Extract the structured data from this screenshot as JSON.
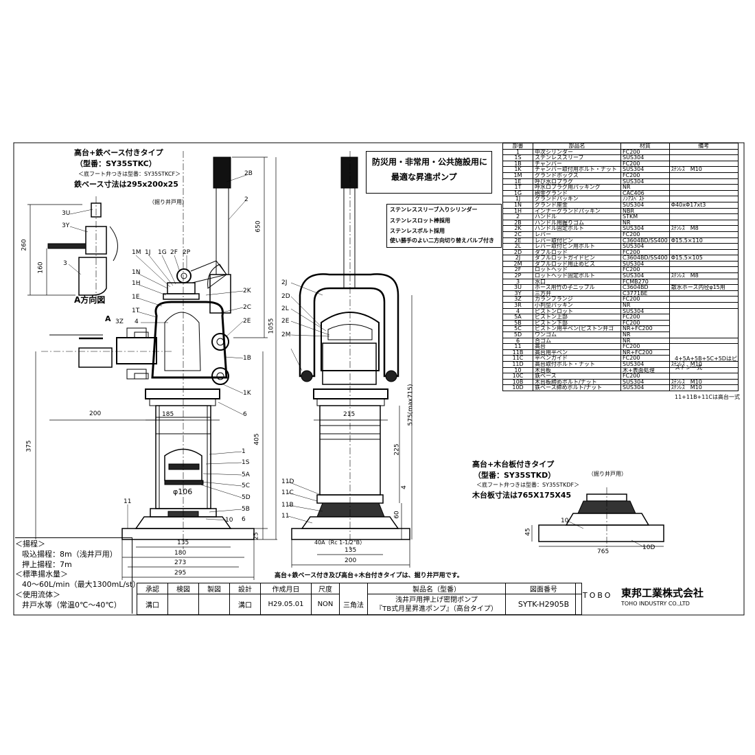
{
  "boxes": {
    "type_steel": {
      "title": "高台+鉄ベース付きタイプ",
      "model": "（型番：SY35STKC）",
      "foot_valve": "＜底フート弁つきは型番：SY35STKCF＞",
      "base_size": "鉄ベース寸法は295x200x25"
    },
    "type_wood": {
      "title": "高台+木台板付きタイプ",
      "model": "（型番：SY35STKD）",
      "foot_valve": "＜底フート弁つきは型番：SY35STKDF＞",
      "base_size": "木台板寸法は765X175X45"
    },
    "disaster": {
      "line1": "防災用・非常用・公共施設用に",
      "line2": "最適な昇進ポンプ"
    },
    "features": [
      "ステンレススリーブ入りシリンダー",
      "ステンレスロット棒採用",
      "ステンレスボルト採用",
      "使い勝手のよい二方向切り替えバルブ付き"
    ]
  },
  "labels": {
    "well_note_1": "（掘り井戸用）",
    "well_note_2": "（掘り井戸用）",
    "a_view": "A方向図",
    "a_arrow": "A",
    "phi": "φ106",
    "pipe": "40A（Rc 1-1/2\"B）",
    "bottom_note": "高台+鉄ベース付き及び高台+木台付きタイプは、掘り井戸用です。"
  },
  "dims": [
    "260",
    "160",
    "650",
    "1055",
    "200",
    "185",
    "375",
    "405",
    "25",
    "135",
    "180",
    "273",
    "295",
    "215",
    "575(max715)",
    "225",
    "4",
    "60",
    "135",
    "200",
    "45",
    "765"
  ],
  "balloons": [
    "3U",
    "3Y",
    "3",
    "2B",
    "2",
    "1M",
    "1J",
    "1G",
    "2F",
    "2P",
    "1N",
    "1H",
    "1E",
    "1T",
    "4",
    "3Z",
    "2K",
    "2C",
    "2E",
    "1B",
    "1K",
    "6",
    "1",
    "1S",
    "5A",
    "5C",
    "5D",
    "5B",
    "6",
    "10",
    "11",
    "2J",
    "2D",
    "2L",
    "2E",
    "2M",
    "11D",
    "11C",
    "11B",
    "11",
    "10",
    "10D"
  ],
  "specs": {
    "head": "＜揚程＞",
    "suction": "吸込揚程：8m（浅井戸用）",
    "push": "押上揚程：7m",
    "flow_head": "＜標準揚水量＞",
    "flow": "40〜60L/min（最大1300mL/st）",
    "fluid_head": "＜使用流体＞",
    "fluid": "井戸水等（常温0℃〜40℃）"
  },
  "parts": {
    "headers": [
      "部番",
      "部品名",
      "材質",
      "備考"
    ],
    "rows": [
      [
        "1",
        "中次シリンダー",
        "FC200",
        ""
      ],
      [
        "1S",
        "ステンレススリーブ",
        "SUS304",
        ""
      ],
      [
        "1B",
        "チャンバー",
        "FC200",
        ""
      ],
      [
        "1K",
        "チャンバー取付用ボルト・ナット",
        "SUS304",
        "ｽﾃﾝﾚｽ　M10"
      ],
      [
        "1M",
        "グランドボックス",
        "FC200",
        ""
      ],
      [
        "1E",
        "呼び水ロプラグ",
        "SUS304",
        ""
      ],
      [
        "1T",
        "呼水ロプラグ用パッキング",
        "NR",
        ""
      ],
      [
        "1G",
        "砲金グランド",
        "CAC406",
        ""
      ],
      [
        "1J",
        "グランドパッキン",
        "ﾉﾝｱｽﾍﾞｽﾄ",
        ""
      ],
      [
        "1N",
        "グランド座金",
        "SUS304",
        "Φ40xΦ17xt3"
      ],
      [
        "1H",
        "インナーグランドパッキン",
        "NBR",
        ""
      ],
      [
        "2",
        "ハンドル",
        "STKM",
        ""
      ],
      [
        "2B",
        "ハンドル用握りゴム",
        "NR",
        ""
      ],
      [
        "2K",
        "ハンドル固定ボルト",
        "SUS304",
        "ｽﾃﾝﾚｽ　M8"
      ],
      [
        "2C",
        "レバー",
        "FC200",
        ""
      ],
      [
        "2E",
        "レバー取付ピン",
        "C3604BD/SS400",
        "Φ15.5×110"
      ],
      [
        "2L",
        "レバー取付ピン用ボルト",
        "SUS304",
        ""
      ],
      [
        "2D",
        "ダブルロッド",
        "FC200",
        ""
      ],
      [
        "2J",
        "ダブルロットガイドピン",
        "C3604BD/SS400",
        "Φ15.5×105"
      ],
      [
        "2M",
        "ダブルロッド用止めビス",
        "SUS304",
        ""
      ],
      [
        "2F",
        "ロットヘッド",
        "FC200",
        ""
      ],
      [
        "2P",
        "ロットヘッド固定ボルト",
        "SUS304",
        "ｽﾃﾝﾚｽ　M8"
      ],
      [
        "3",
        "水口",
        "FCMB270",
        ""
      ],
      [
        "3U",
        "ホース用竹の子ニップル",
        "C3604BD",
        "散水ホース内径φ15用"
      ],
      [
        "3Y",
        "三方弁",
        "C3771BE",
        ""
      ],
      [
        "3Z",
        "カランフランジ",
        "FC200",
        ""
      ],
      [
        "3R",
        "小判型パッキン",
        "NR",
        ""
      ],
      [
        "4",
        "ピストンロット",
        "SUS304",
        ""
      ],
      [
        "5A",
        "ピストン上部",
        "FC200",
        ""
      ],
      [
        "5B",
        "ピストン下部",
        "FC200",
        ""
      ],
      [
        "5C",
        "ピストン用平ベン(ピストン弁ゴ",
        "NR+FC200",
        ""
      ],
      [
        "5D",
        "ワンゴム",
        "NR",
        ""
      ],
      [
        "6",
        "合ゴム",
        "NR",
        ""
      ],
      [
        "11",
        "高台",
        "FC200",
        ""
      ],
      [
        "11B",
        "高台用平ベン",
        "NR+FC200",
        ""
      ],
      [
        "11C",
        "平ベンガイド",
        "FC200",
        ""
      ],
      [
        "11D",
        "高台取付ボルト・ナット",
        "SUS304",
        "ｽﾃﾝﾚｽ　M10"
      ],
      [
        "10",
        "木台板",
        "木+表面処理",
        ""
      ],
      [
        "10C",
        "鉄ベース",
        "FC200",
        ""
      ],
      [
        "10B",
        "木台板締めボルト/ナット",
        "SUS304",
        "ｽﾃﾝﾚｽ　M10"
      ],
      [
        "10D",
        "鉄ベース締めボルト/ナット",
        "SUS304",
        "ｽﾃﾝﾚｽ　M10"
      ]
    ],
    "note_piston": "4+5A+5B+5C+5Dはピストン一式",
    "note_stand": "11+11B+11Cは高台一式"
  },
  "title_block": {
    "approve": "承認",
    "check": "検図",
    "draw": "製図",
    "design": "設計",
    "date_label": "作成月日",
    "scale_label": "尺度",
    "product_label": "製品名（型番）",
    "drawing_no_label": "図面番号",
    "approver": "溝口",
    "designer": "溝口",
    "date": "H29.05.01",
    "scale": "NON",
    "projection": "三角法",
    "product1": "浅井戸用押上げ密閉ポンプ",
    "product2": "『TB式月星昇進ポンプ』（高台タイプ）",
    "drawing_no": "SYTK-H2905B",
    "logo": "TOBO",
    "company": "東邦工業株式会社",
    "company_en": "TOHO INDUSTRY CO.,LTD"
  }
}
